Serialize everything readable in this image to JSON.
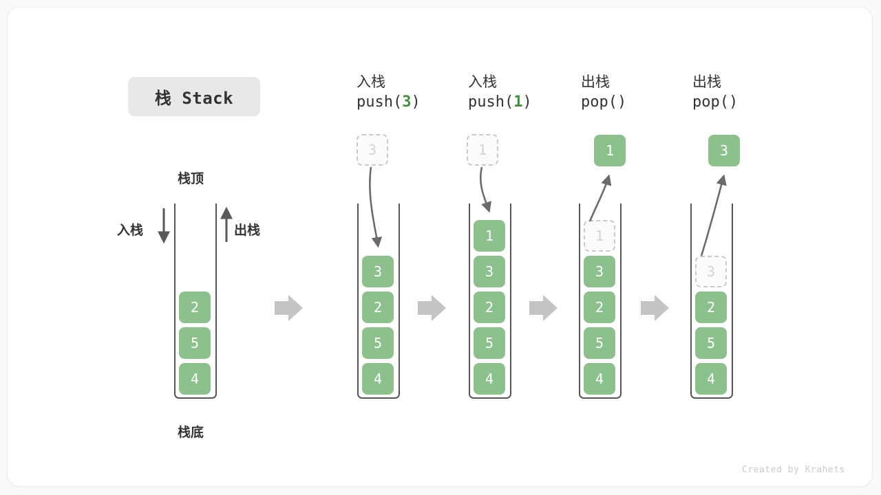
{
  "title_badge": {
    "label": "栈 Stack"
  },
  "left_stack": {
    "top_label": "栈顶",
    "bottom_label": "栈底",
    "push_label": "入栈",
    "pop_label": "出栈",
    "cells": [
      "2",
      "5",
      "4"
    ]
  },
  "steps": [
    {
      "id": "push-3",
      "cn": "入栈",
      "code_prefix": "push(",
      "code_arg": "3",
      "code_suffix": ")",
      "ghost_outside": {
        "value": "3",
        "position": "above"
      },
      "arrow": "down-into-stack",
      "cells": [
        "3",
        "2",
        "5",
        "4"
      ]
    },
    {
      "id": "push-1",
      "cn": "入栈",
      "code_prefix": "push(",
      "code_arg": "1",
      "code_suffix": ")",
      "ghost_outside": {
        "value": "1",
        "position": "above"
      },
      "arrow": "down-into-stack",
      "cells": [
        "1",
        "3",
        "2",
        "5",
        "4"
      ]
    },
    {
      "id": "pop-1",
      "cn": "出栈",
      "code_prefix": "pop(",
      "code_arg": "",
      "code_suffix": ")",
      "popped_outside": {
        "value": "1"
      },
      "arrow": "up-out-of-stack",
      "ghost_cell": "1",
      "cells": [
        "3",
        "2",
        "5",
        "4"
      ]
    },
    {
      "id": "pop-2",
      "cn": "出栈",
      "code_prefix": "pop(",
      "code_arg": "",
      "code_suffix": ")",
      "popped_outside": {
        "value": "3"
      },
      "arrow": "up-out-of-stack",
      "ghost_cell": "3",
      "cells": [
        "2",
        "5",
        "4"
      ]
    }
  ],
  "separators": [
    "arrow-right",
    "arrow-right",
    "arrow-right",
    "arrow-right"
  ],
  "watermark": "Created by Krahets",
  "colors": {
    "cell_green": "#8cc08c",
    "accent_green": "#3f8f3f",
    "arrow_gray": "#c4c4c4",
    "line_gray": "#6b6b6b",
    "ghost_border": "#c9c9c9",
    "badge_bg": "#e8e8e8"
  }
}
